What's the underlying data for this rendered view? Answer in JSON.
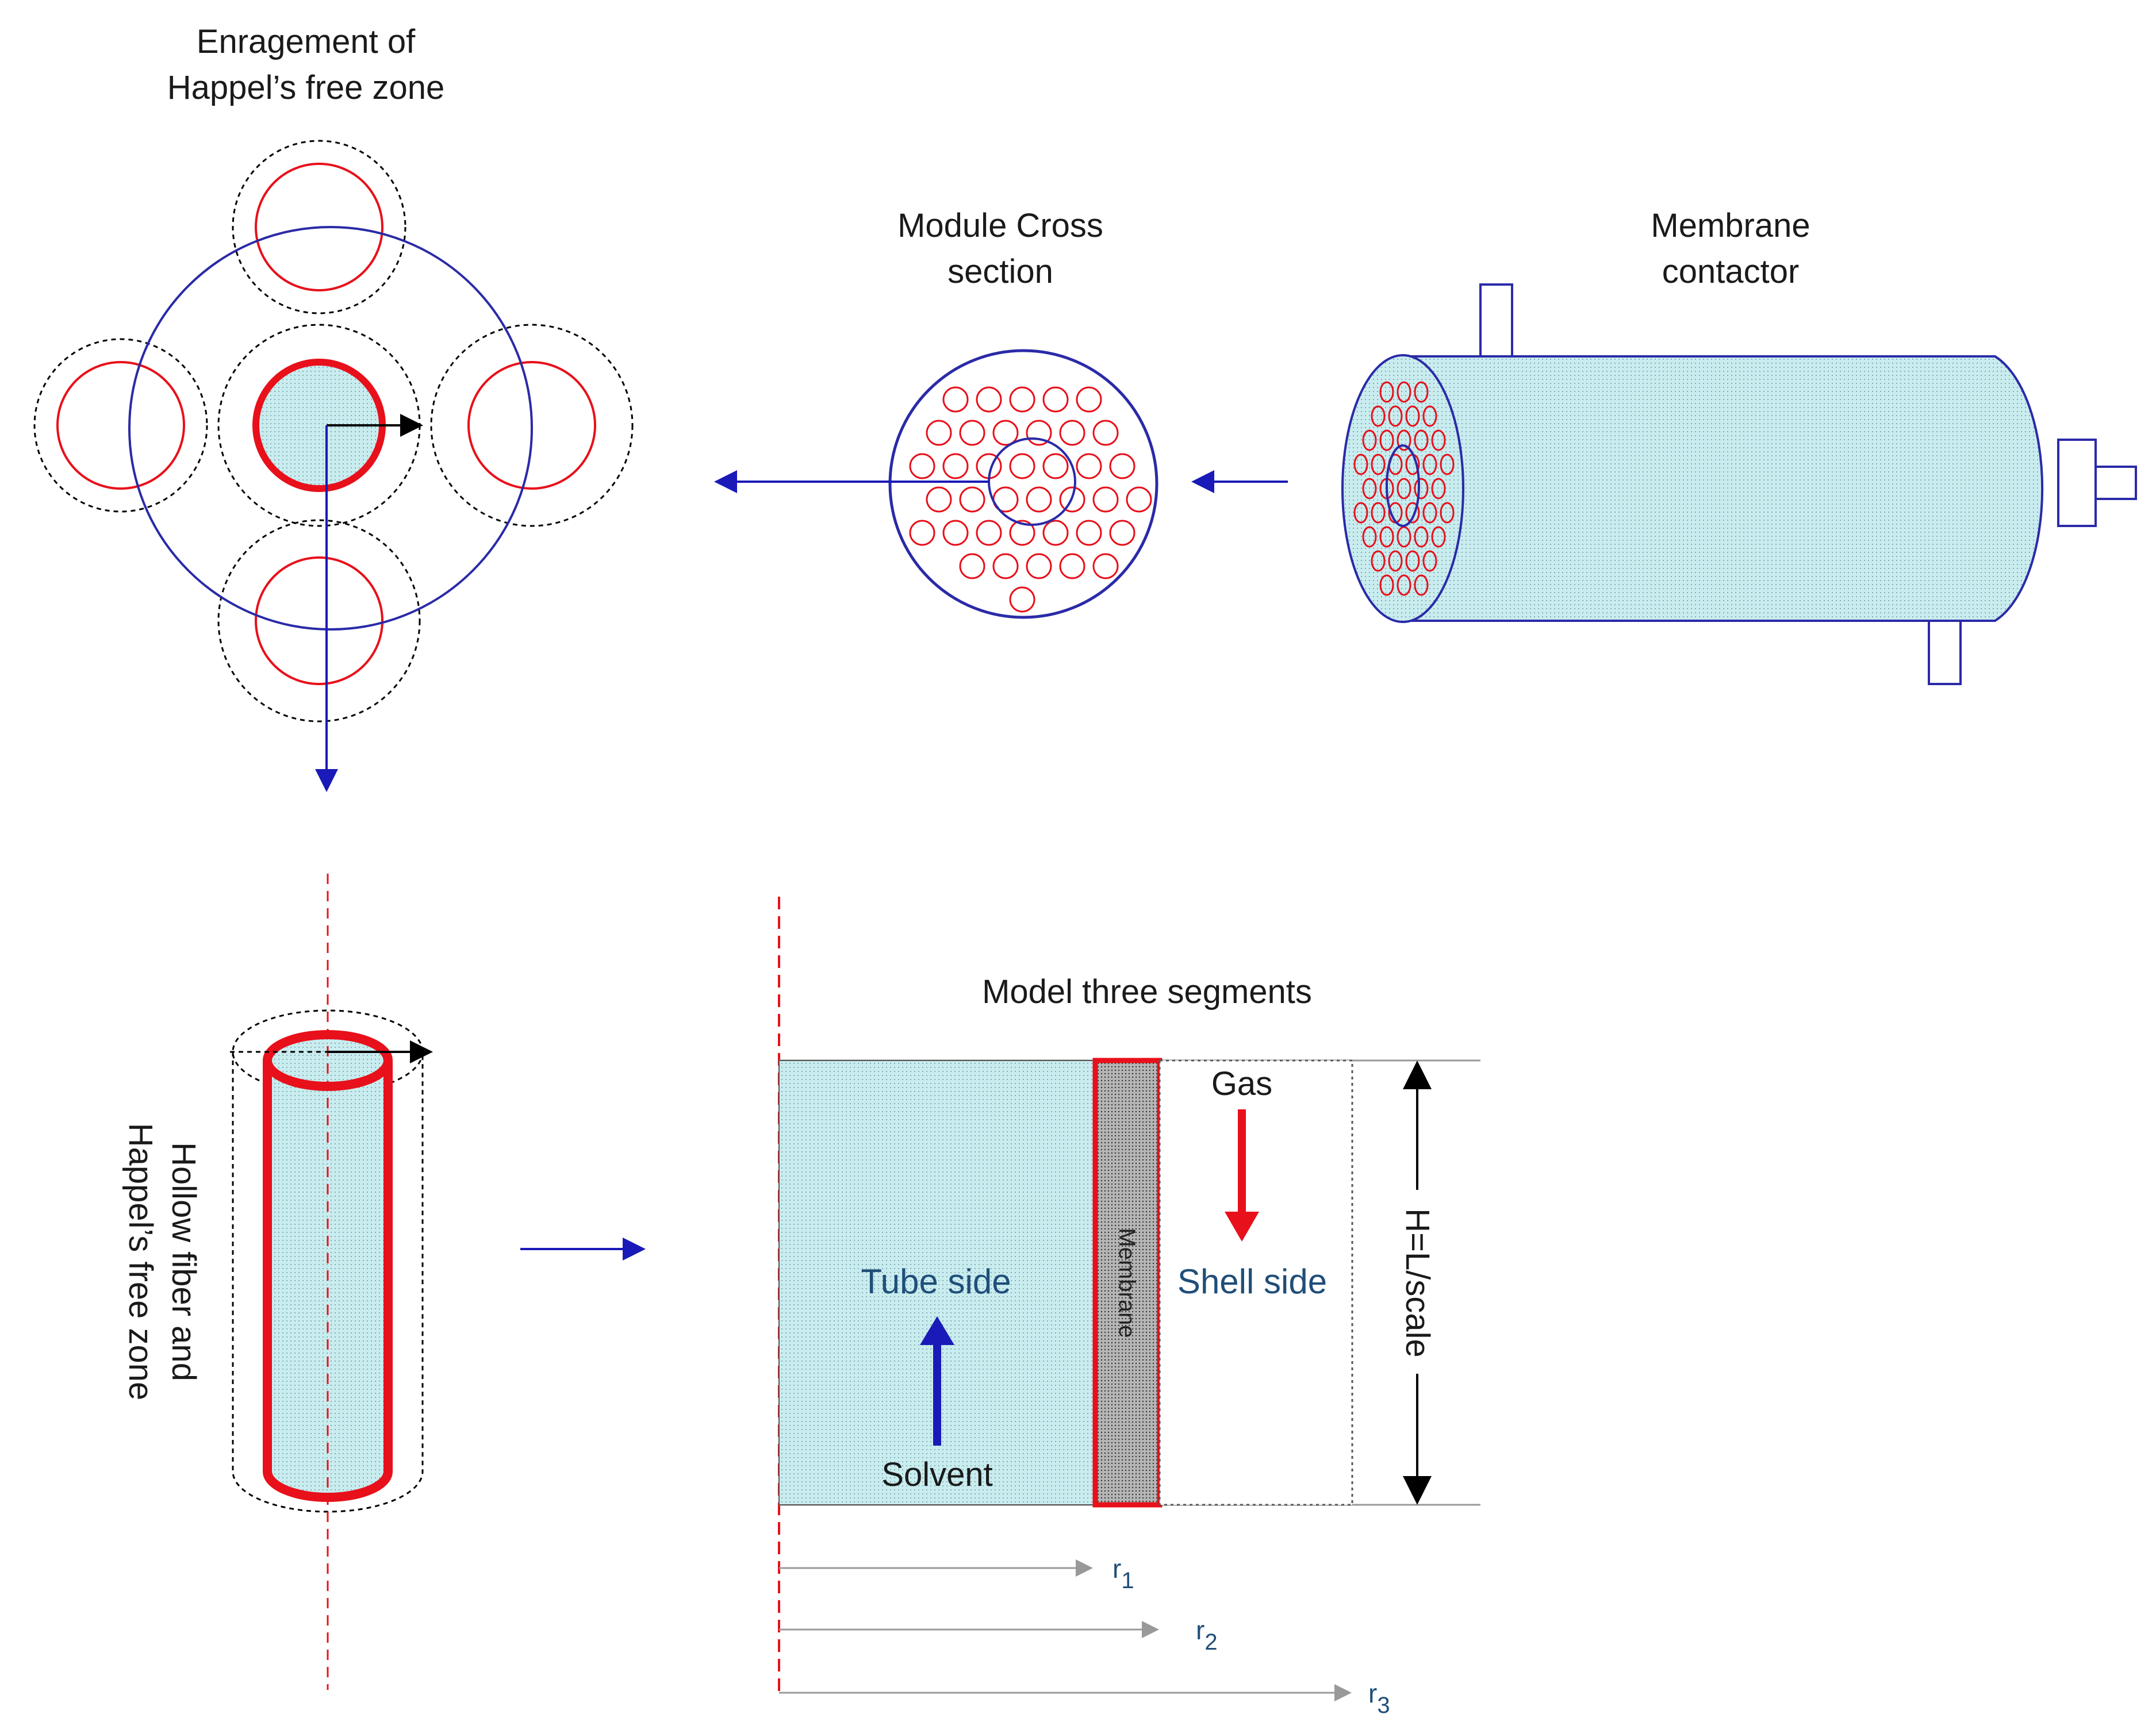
{
  "labels": {
    "enlargement_line1": "Enragement of",
    "enlargement_line2": "Happel’s free zone",
    "module_cross_line1": "Module  Cross",
    "module_cross_line2": "section",
    "contactor_line1": "Membrane",
    "contactor_line2": "contactor",
    "hollow_fiber_line1": "Hollow fiber and",
    "hollow_fiber_line2": "Happel’s free zone",
    "model_title": "Model three segments",
    "gas": "Gas",
    "tube_side": "Tube side",
    "shell_side": "Shell side",
    "solvent": "Solvent",
    "membrane": "Membrane",
    "height": "H=L/scale",
    "r1_base": "r",
    "r1_sub": "1",
    "r2_base": "r",
    "r2_sub": "2",
    "r3_base": "r",
    "r3_sub": "3"
  },
  "colors": {
    "fiber_red": "#e8101a",
    "outline_blue": "#2a2aa8",
    "arrow_blue": "#1a1ab8",
    "fluid_fill": "#c9ecef",
    "membrane_fill": "#9a9a9a",
    "text_blue": "#1f4e79"
  }
}
